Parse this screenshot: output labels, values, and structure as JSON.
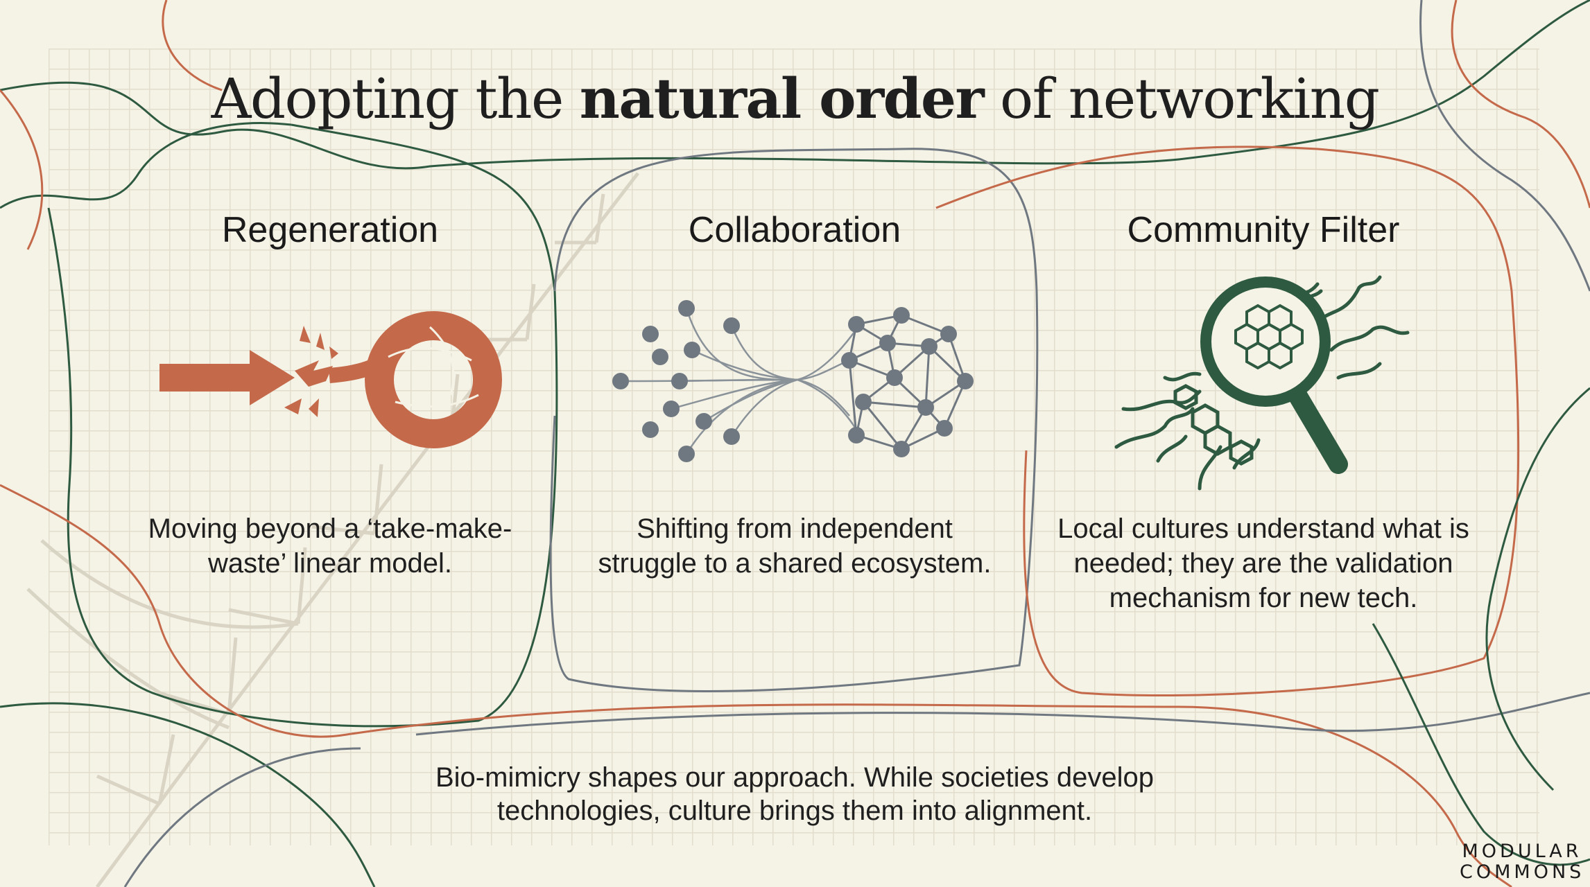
{
  "title": {
    "part1": "Adopting the ",
    "emphasis": "natural order",
    "part2": " of networking"
  },
  "columns": [
    {
      "heading": "Regeneration",
      "icon": "broken-arrow-to-loop-icon",
      "description": "Moving beyond a ‘take-make-waste’ linear model."
    },
    {
      "heading": "Collaboration",
      "icon": "scattered-nodes-to-network-icon",
      "description": "Shifting from independent struggle to a shared ecosystem."
    },
    {
      "heading": "Community Filter",
      "icon": "magnifier-over-hexagon-network-icon",
      "description": "Local cultures understand what is needed; they are the validation mechanism for new tech."
    }
  ],
  "footer": "Bio-mimicry shapes our approach. While societies develop technologies, culture brings them into alignment.",
  "logo": {
    "line1": "MODULAR",
    "line2": "COMMONS"
  },
  "colors": {
    "background": "#f5f2e6",
    "accent_orange": "#c4694a",
    "accent_green": "#2d5a40",
    "node_gray": "#6f7881",
    "line_gray": "#8a9299"
  }
}
